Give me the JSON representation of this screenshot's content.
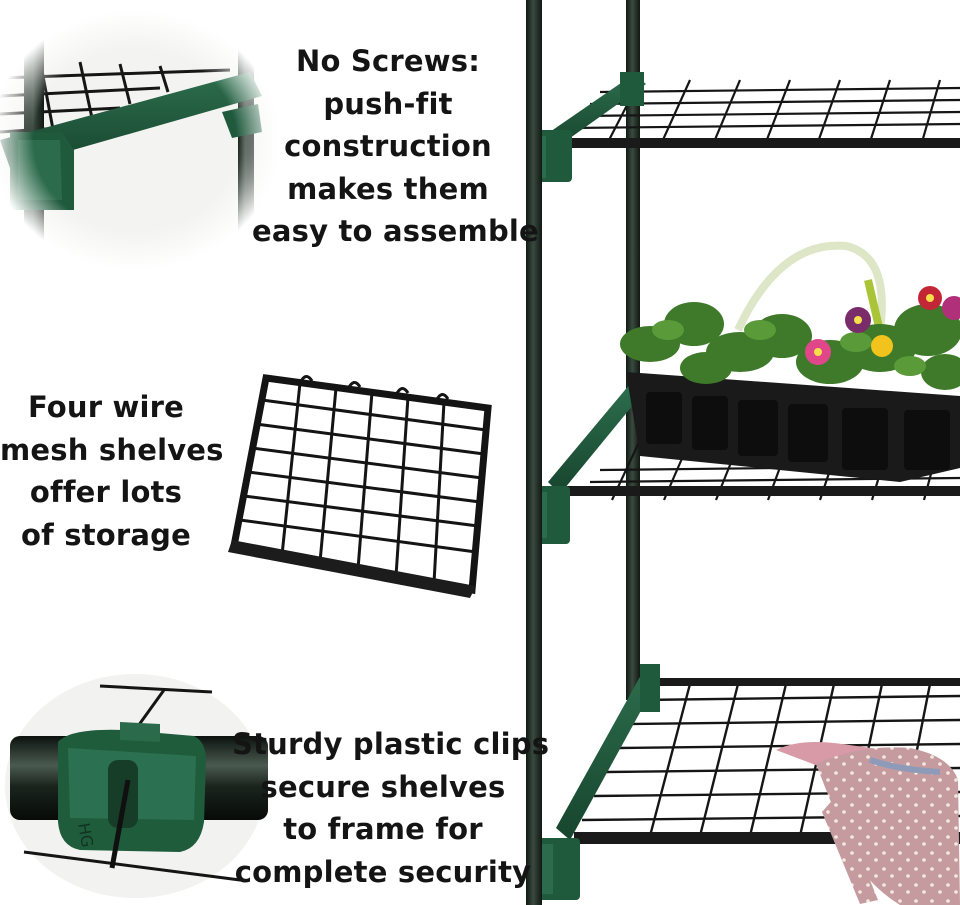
{
  "features": [
    {
      "id": "screws",
      "lines": [
        "No Screws:",
        "push-fit",
        "construction",
        "makes them",
        "easy to assemble"
      ]
    },
    {
      "id": "shelves",
      "lines": [
        "Four wire",
        "mesh shelves",
        "offer lots",
        "of storage"
      ]
    },
    {
      "id": "clips",
      "lines": [
        "Sturdy plastic clips",
        "secure shelves",
        "to frame for",
        "complete security"
      ]
    }
  ],
  "clip_stamp": "HG",
  "colors": {
    "frame_green": "#1f5a3d",
    "pole": "#1d2b22",
    "wire": "#141414",
    "tray": "#1a1a1a",
    "glove": "#c79a9e",
    "background": "#ffffff"
  }
}
